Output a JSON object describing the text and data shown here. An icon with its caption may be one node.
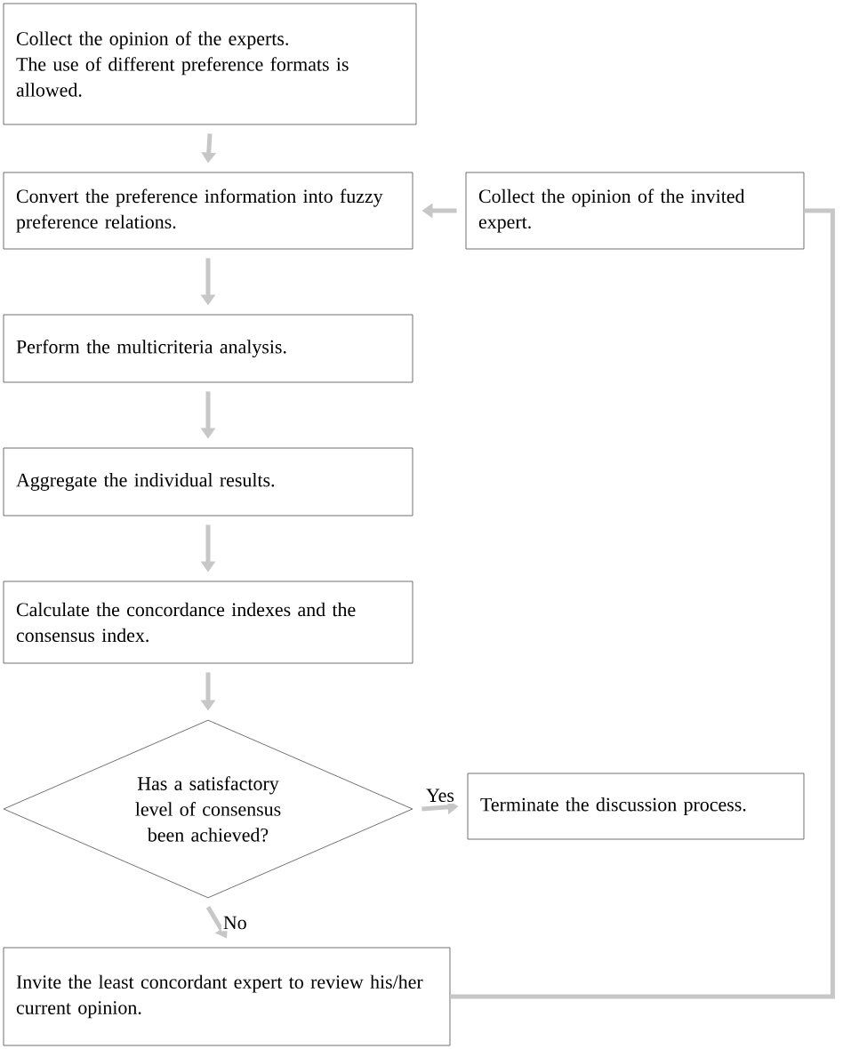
{
  "diagram": {
    "nodes": [
      {
        "text": [
          "Collect the opinion of the experts.",
          "The use of different preference formats is allowed."
        ]
      },
      {
        "text": [
          "Convert the preference information into fuzzy preference relations."
        ]
      },
      {
        "text": [
          "Collect the opinion of the invited expert."
        ]
      },
      {
        "text": [
          "Perform the multicriteria analysis."
        ]
      },
      {
        "text": [
          "Aggregate the individual results."
        ]
      },
      {
        "text": [
          "Calculate the concordance indexes and the consensus index."
        ]
      },
      {
        "text": [
          "Has a satisfactory level of consensus been achieved?"
        ]
      },
      {
        "text": [
          "Terminate the discussion process."
        ]
      },
      {
        "text": [
          "Invite the least concordant expert to review his/her current opinion."
        ]
      }
    ],
    "edges": [
      {
        "from": 0,
        "to": 1,
        "arrow": "to"
      },
      {
        "from": 2,
        "to": 1,
        "arrow": "to"
      },
      {
        "from": 1,
        "to": 3,
        "arrow": "to"
      },
      {
        "from": 3,
        "to": 4,
        "arrow": "to"
      },
      {
        "from": 4,
        "to": 5,
        "arrow": "to"
      },
      {
        "from": 5,
        "to": 6,
        "arrow": "to"
      },
      {
        "from": 6,
        "to": 7,
        "arrow": "to",
        "label": "Yes"
      },
      {
        "from": 6,
        "to": 8,
        "arrow": "to",
        "label": "No"
      },
      {
        "from": 8,
        "to": 2,
        "arrow": "none"
      }
    ]
  }
}
